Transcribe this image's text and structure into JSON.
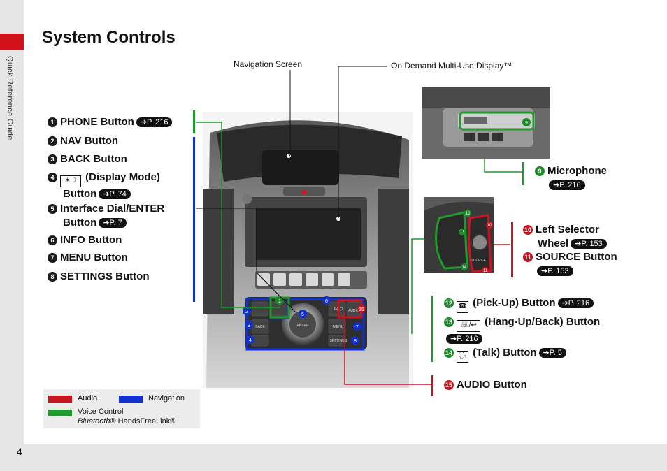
{
  "sidebar": {
    "label": "Quick Reference Guide"
  },
  "page": {
    "title": "System Controls",
    "number": "4"
  },
  "callouts": {
    "nav_screen": "Navigation Screen",
    "odmd": "On Demand Multi-Use Display™"
  },
  "items": {
    "i1": {
      "num": "1",
      "label": "PHONE Button",
      "ref": "P. 216"
    },
    "i2": {
      "num": "2",
      "label": "NAV Button"
    },
    "i3": {
      "num": "3",
      "label": "BACK Button"
    },
    "i4": {
      "num": "4",
      "label": "(Display Mode)",
      "label2": "Button",
      "ref": "P. 74"
    },
    "i5": {
      "num": "5",
      "label": "Interface Dial/ENTER",
      "label2": "Button",
      "ref": "P. 7"
    },
    "i6": {
      "num": "6",
      "label": "INFO Button"
    },
    "i7": {
      "num": "7",
      "label": "MENU Button"
    },
    "i8": {
      "num": "8",
      "label": "SETTINGS Button"
    },
    "i9": {
      "num": "9",
      "label": "Microphone",
      "ref": "P. 216"
    },
    "i10": {
      "num": "10",
      "label": "Left Selector",
      "label2": "Wheel",
      "ref": "P. 153"
    },
    "i11": {
      "num": "11",
      "label": "SOURCE Button",
      "ref": "P. 153"
    },
    "i12": {
      "num": "12",
      "label": "(Pick-Up) Button",
      "ref": "P. 216"
    },
    "i13": {
      "num": "13",
      "label": "(Hang-Up/Back) Button",
      "ref": "P. 216"
    },
    "i14": {
      "num": "14",
      "label": "(Talk) Button",
      "ref": "P. 5"
    },
    "i15": {
      "num": "15",
      "label": "AUDIO Button"
    }
  },
  "legend": {
    "audio": "Audio",
    "navigation": "Navigation",
    "voice": "Voice Control",
    "bt": "Bluetooth",
    "hfl": "® HandsFreeLink®"
  },
  "colors": {
    "audio": "#c8141e",
    "navigation": "#1030d0",
    "voice": "#1f9a2b"
  },
  "console": {
    "enter": "ENTER",
    "audio": "AUDIO",
    "menu": "MENU",
    "settings": "SETTINGS",
    "back": "BACK",
    "info": "INFO",
    "source": "SOURCE",
    "badges": [
      "1",
      "2",
      "3",
      "4",
      "5",
      "6",
      "7",
      "8",
      "15"
    ],
    "mic_badge": "9",
    "wheel_badges": [
      "12",
      "13",
      "14",
      "10",
      "11"
    ]
  }
}
